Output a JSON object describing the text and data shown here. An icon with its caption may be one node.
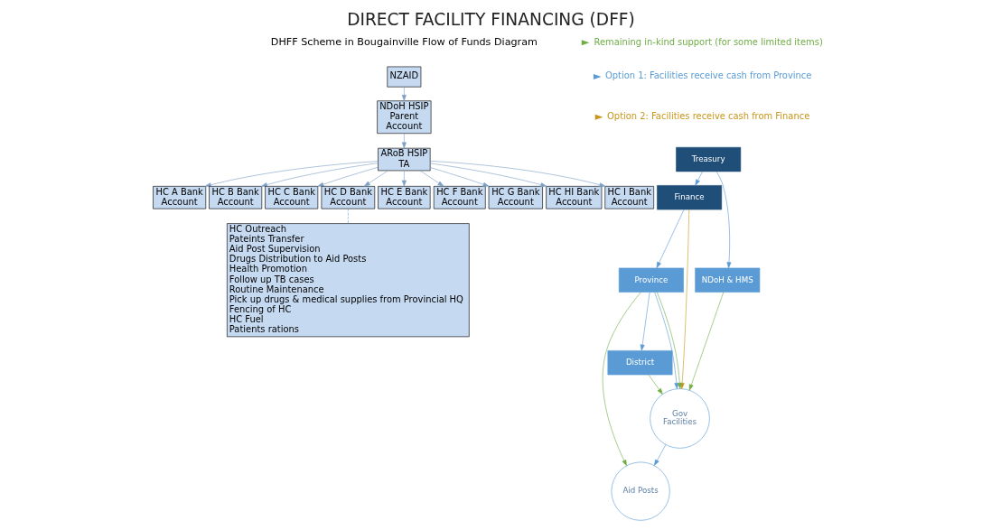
{
  "diagram": {
    "title": "DIRECT FACILITY FINANCING (DFF)",
    "nodes": [
      {
        "text": [
          "NZAID"
        ]
      },
      {
        "text": [
          "NDoH HSIP Parent Account"
        ]
      },
      {
        "text": [
          "ARoB HSIP TA"
        ]
      },
      {
        "text": [
          "HC A Bank Account"
        ]
      },
      {
        "text": [
          "HC B Bank Account"
        ]
      },
      {
        "text": [
          "HC C Bank Account"
        ]
      },
      {
        "text": [
          "HC D Bank Account"
        ]
      },
      {
        "text": [
          "HC E Bank Account"
        ]
      },
      {
        "text": [
          "HC F Bank Account"
        ]
      },
      {
        "text": [
          "HC G Bank Account"
        ]
      },
      {
        "text": [
          "HC HI Bank Account"
        ]
      },
      {
        "text": [
          "HC I Bank Account"
        ]
      },
      {
        "text": [
          "HC Outreach",
          "Pateints Transfer",
          "Aid Post Supervision",
          "Drugs Distribution to Aid Posts",
          "Health Promotion",
          "Follow up TB cases",
          "Routine Maintenance",
          "Pick up drugs & medical supplies from Provincial HQ",
          "Fencing of HC",
          "HC Fuel",
          "Patients rations"
        ]
      },
      {
        "text": [
          "Treasury"
        ]
      },
      {
        "text": [
          "Finance"
        ]
      },
      {
        "text": [
          "Province"
        ]
      },
      {
        "text": [
          "District"
        ]
      },
      {
        "text": [
          "NDoH & HMS"
        ]
      },
      {
        "text": [
          "Gov Facilities"
        ]
      },
      {
        "text": [
          "Aid Posts"
        ]
      }
    ],
    "edges": [
      {
        "from": 0,
        "to": 1,
        "arrow": "to"
      },
      {
        "from": 1,
        "to": 2,
        "arrow": "to"
      },
      {
        "from": 2,
        "to": 3,
        "arrow": "to"
      },
      {
        "from": 2,
        "to": 4,
        "arrow": "to"
      },
      {
        "from": 2,
        "to": 5,
        "arrow": "to"
      },
      {
        "from": 2,
        "to": 6,
        "arrow": "to"
      },
      {
        "from": 2,
        "to": 7,
        "arrow": "to"
      },
      {
        "from": 2,
        "to": 8,
        "arrow": "to"
      },
      {
        "from": 2,
        "to": 9,
        "arrow": "to"
      },
      {
        "from": 2,
        "to": 10,
        "arrow": "to"
      },
      {
        "from": 2,
        "to": 11,
        "arrow": "to"
      },
      {
        "from": 6,
        "to": 12,
        "arrow": "none",
        "style": "dashed"
      },
      {
        "from": 13,
        "to": 14,
        "arrow": "to",
        "color": "#5b9bd5"
      },
      {
        "from": 13,
        "to": 17,
        "arrow": "to",
        "color": "#5b9bd5"
      },
      {
        "from": 14,
        "to": 15,
        "arrow": "to",
        "color": "#5b9bd5"
      },
      {
        "from": 14,
        "to": 18,
        "arrow": "to",
        "color": "#c9961a"
      },
      {
        "from": 15,
        "to": 16,
        "arrow": "to",
        "color": "#5b9bd5"
      },
      {
        "from": 15,
        "to": 18,
        "arrow": "to",
        "color": "#5b9bd5"
      },
      {
        "from": 15,
        "to": 18,
        "arrow": "to",
        "color": "#70ad47"
      },
      {
        "from": 15,
        "to": 19,
        "arrow": "to",
        "color": "#70ad47"
      },
      {
        "from": 16,
        "to": 18,
        "arrow": "to",
        "color": "#70ad47"
      },
      {
        "from": 17,
        "to": 18,
        "arrow": "to",
        "color": "#70ad47"
      },
      {
        "from": 18,
        "to": 19,
        "arrow": "to",
        "color": "#5b9bd5"
      }
    ],
    "labels": [
      "DHFF Scheme in Bougainville Flow of Funds Diagram"
    ],
    "legend": [
      {
        "text": "Remaining in-kind support (for some limited items)"
      },
      {
        "text": "Option 1: Facilities receive cash from Province"
      },
      {
        "text": "Option 2: Facilities receive cash from Finance"
      }
    ]
  }
}
